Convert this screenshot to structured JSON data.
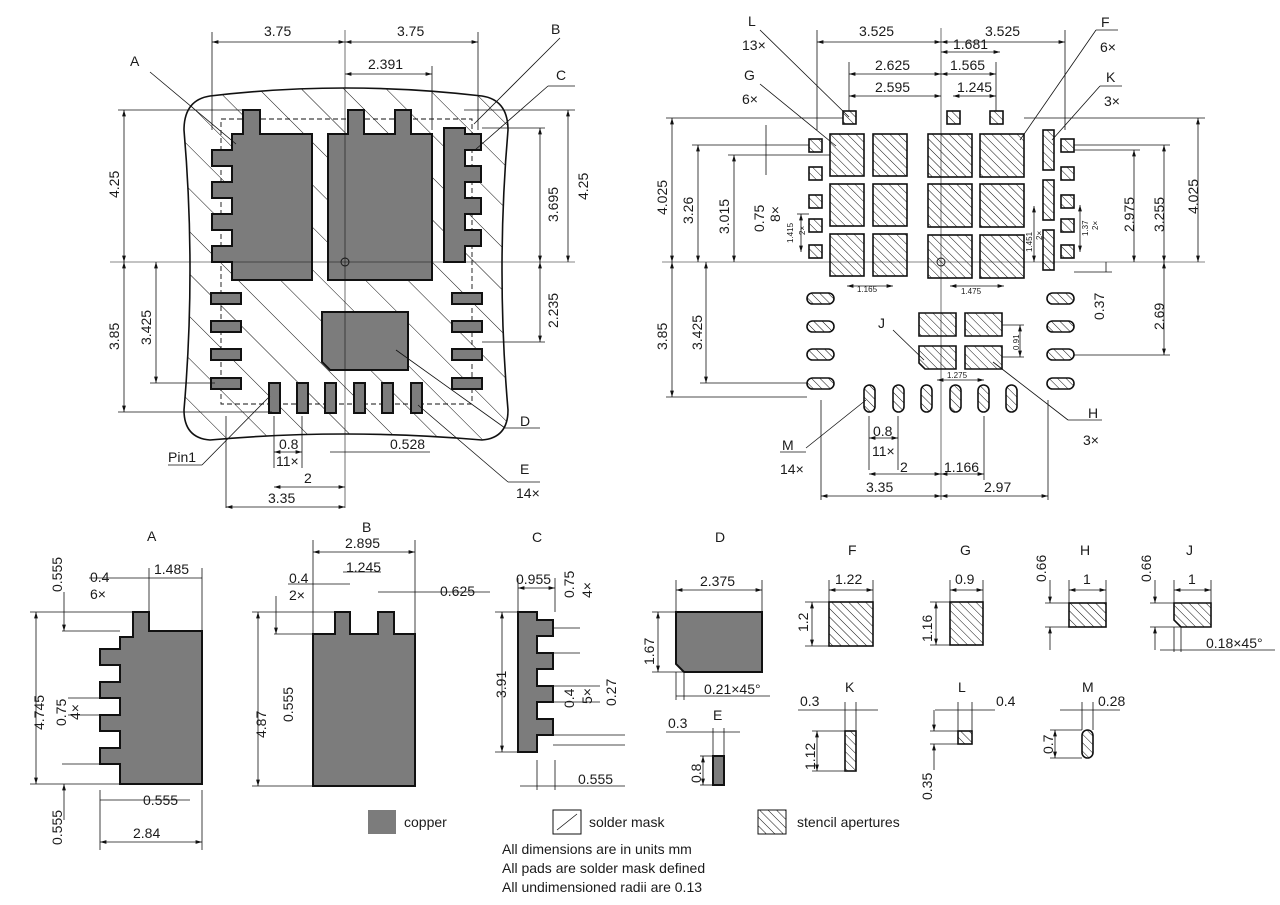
{
  "figure": {
    "left_view": {
      "dims": {
        "w_left": "3.75",
        "w_right": "3.75",
        "tab_gap": "2.391",
        "h_top": "4.25",
        "h_bot": "3.85",
        "h_c": "3.695",
        "h_c2": "4.25",
        "h_d": "2.235",
        "h_left2": "3.425",
        "pitch": "0.8",
        "pitch_count": "11×",
        "row_off": "0.528",
        "half_w": "2",
        "pin_w": "3.35"
      },
      "labels": {
        "A": "A",
        "B": "B",
        "C": "C",
        "D": "D",
        "E": "E",
        "E_count": "14×",
        "pin1": "Pin1"
      }
    },
    "right_view": {
      "dims": {
        "w_left": "3.525",
        "w_right": "3.525",
        "f_w": "1.681",
        "g_w": "2.625",
        "f2_w": "1.565",
        "g2_w": "2.595",
        "k_w": "1.245",
        "h_top": "4.025",
        "h_mid": "3.26",
        "h_015": "3.015",
        "h_075": "0.75",
        "h_075c": "8×",
        "h_1415": "1.415",
        "h_1415c": "2×",
        "w_1165": "1.165",
        "w_1475": "1.475",
        "h_1451": "1.451",
        "h_1451c": "2×",
        "h_137": "1.37",
        "h_137c": "2×",
        "h_2975": "2.975",
        "h_3255": "3.255",
        "h_4025r": "4.025",
        "h_037": "0.37",
        "h_269": "2.69",
        "h_385": "3.85",
        "h_3425": "3.425",
        "j_091": "0.91",
        "j_1275": "1.275",
        "pitch": "0.8",
        "pitch_count": "11×",
        "half_w": "2",
        "off_1166": "1.166",
        "bot_l": "3.35",
        "bot_r": "2.97"
      },
      "labels": {
        "L": "L",
        "L_count": "13×",
        "G": "G",
        "G_count": "6×",
        "F": "F",
        "F_count": "6×",
        "K": "K",
        "K_count": "3×",
        "J": "J",
        "H": "H",
        "H_count": "3×",
        "M": "M",
        "M_count": "14×"
      }
    },
    "details": {
      "A": {
        "title": "A",
        "d1": "0.555",
        "d2": "0.4",
        "d2c": "6×",
        "d3": "1.485",
        "d4": "4.745",
        "d5": "0.75",
        "d5c": "4×",
        "d6": "0.555",
        "d7": "0.555",
        "d8": "2.84"
      },
      "B": {
        "title": "B",
        "d1": "2.895",
        "d2": "0.4",
        "d2c": "2×",
        "d3": "1.245",
        "d4": "0.625",
        "d5": "4.87",
        "d6": "0.555"
      },
      "C": {
        "title": "C",
        "d1": "0.955",
        "d2": "0.75",
        "d2c": "4×",
        "d3": "3.91",
        "d4": "0.4",
        "d4c": "5×",
        "d5": "0.27",
        "d6": "0.555"
      },
      "D": {
        "title": "D",
        "d1": "2.375",
        "d2": "1.67",
        "d3": "0.21×45°"
      },
      "E": {
        "title": "E",
        "d1": "0.3",
        "d2": "0.8"
      },
      "F": {
        "title": "F",
        "d1": "1.22",
        "d2": "1.2"
      },
      "G": {
        "title": "G",
        "d1": "0.9",
        "d2": "1.16"
      },
      "H": {
        "title": "H",
        "d1": "0.66",
        "d2": "1"
      },
      "J": {
        "title": "J",
        "d1": "0.66",
        "d2": "1",
        "d3": "0.18×45°"
      },
      "K": {
        "title": "K",
        "d1": "0.3",
        "d2": "1.12"
      },
      "L": {
        "title": "L",
        "d1": "0.4",
        "d2": "0.35"
      },
      "M": {
        "title": "M",
        "d1": "0.28",
        "d2": "0.7"
      }
    },
    "legend": {
      "copper": "copper",
      "solder_mask": "solder mask",
      "stencil": "stencil apertures"
    },
    "notes": [
      "All dimensions are in units mm",
      "All pads are solder mask defined",
      "All undimensioned radii are 0.13"
    ],
    "colors": {
      "copper": "#7c7c7c",
      "line": "#111111"
    }
  }
}
